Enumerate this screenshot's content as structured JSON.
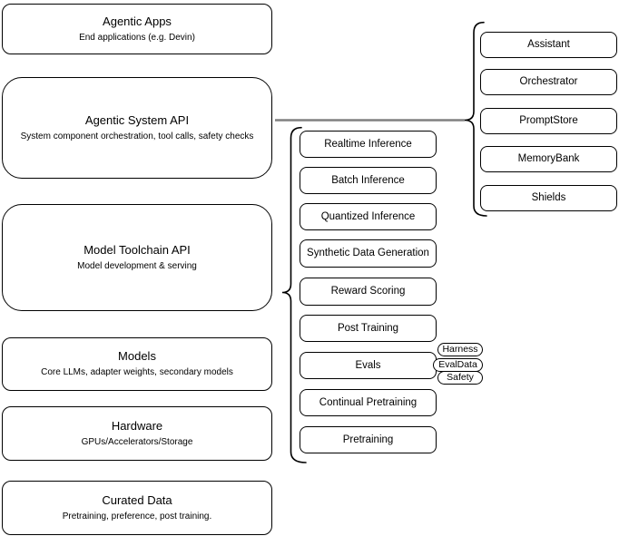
{
  "diagram": {
    "stack_layers": [
      {
        "title": "Agentic Apps",
        "subtitle": "End applications (e.g. Devin)"
      },
      {
        "title": "Agentic System API",
        "subtitle": "System component orchestration, tool calls, safety checks"
      },
      {
        "title": "Model Toolchain API",
        "subtitle": "Model development & serving"
      },
      {
        "title": "Models",
        "subtitle": "Core LLMs, adapter weights, secondary models"
      },
      {
        "title": "Hardware",
        "subtitle": "GPUs/Accelerators/Storage"
      },
      {
        "title": "Curated Data",
        "subtitle": "Pretraining, preference, post training."
      }
    ],
    "toolchain_items": [
      "Realtime Inference",
      "Batch Inference",
      "Quantized Inference",
      "Synthetic Data Generation",
      "Reward Scoring",
      "Post Training",
      "Evals",
      "Continual Pretraining",
      "Pretraining"
    ],
    "eval_tags": [
      "Harness",
      "EvalData",
      "Safety"
    ],
    "system_components": [
      "Assistant",
      "Orchestrator",
      "PromptStore",
      "MemoryBank",
      "Shields"
    ],
    "colors": {
      "line": "#000000",
      "connector": "#808080",
      "fill": "#ffffff",
      "text": "#000000"
    }
  }
}
